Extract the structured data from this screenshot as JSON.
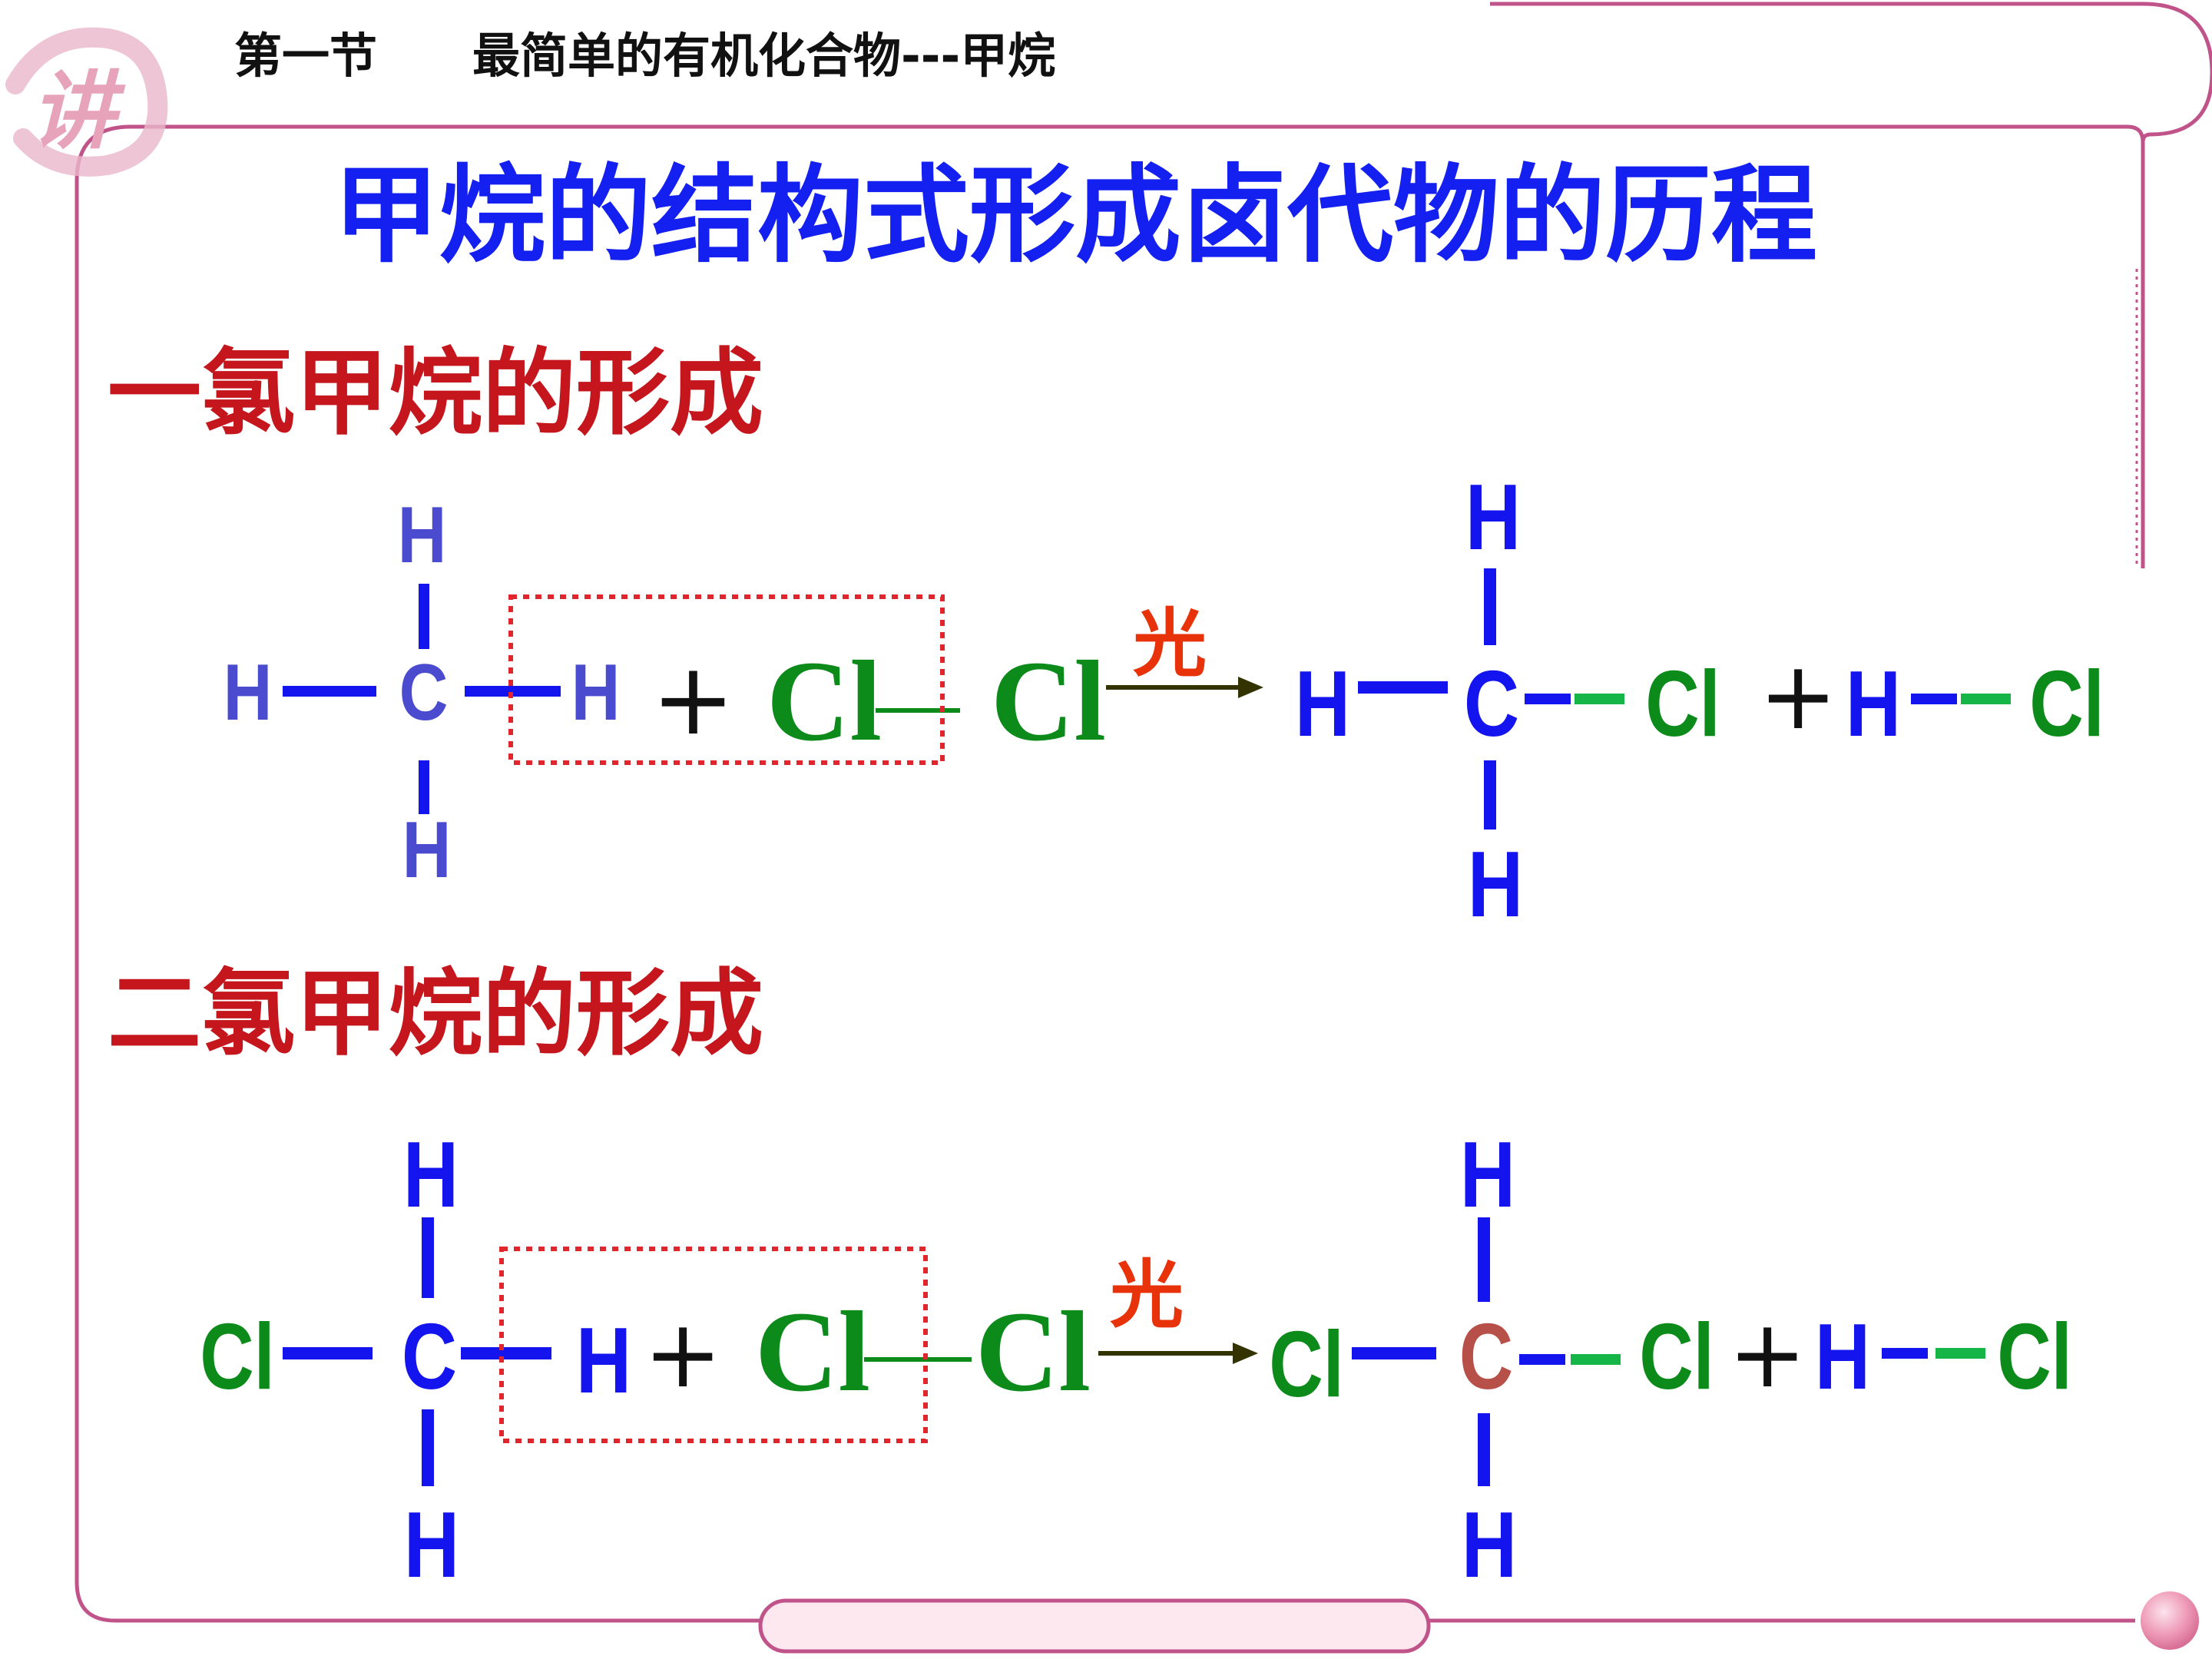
{
  "header": {
    "text": "第一节　　最简单的有机化合物---甲烷"
  },
  "logo": {
    "glyph": "讲"
  },
  "title": "甲烷的结构式形成卤代物的历程",
  "section1": {
    "heading": "一氯甲烷的形成",
    "reactant1": {
      "top": "H",
      "left": "H",
      "center": "C",
      "right": "H",
      "bottom": "H"
    },
    "plus1": "+",
    "reactant2": {
      "left": "Cl",
      "right": "Cl"
    },
    "condition": "光",
    "product1": {
      "top": "H",
      "left": "H",
      "center": "C",
      "right": "Cl",
      "bottom": "H"
    },
    "plus2": "+",
    "product2": {
      "left": "H",
      "right": "Cl"
    }
  },
  "section2": {
    "heading": "二氯甲烷的形成",
    "reactant1": {
      "top": "H",
      "left": "Cl",
      "center": "C",
      "right": "H",
      "bottom": "H"
    },
    "plus1": "+",
    "reactant2": {
      "left": "Cl",
      "right": "Cl"
    },
    "condition": "光",
    "product1": {
      "top": "H",
      "left": "Cl",
      "center": "C",
      "right": "Cl",
      "bottom": "H"
    },
    "plus2": "+",
    "product2": {
      "left": "H",
      "right": "Cl"
    }
  },
  "colors": {
    "title_blue": "#1420f0",
    "heading_red": "#c4161c",
    "bond_blue": "#1414ee",
    "chlorine_green": "#0c8a1a",
    "bond_green": "#16b548",
    "dotted_box_red": "#e0262c",
    "frame_pink": "#c0548a"
  }
}
